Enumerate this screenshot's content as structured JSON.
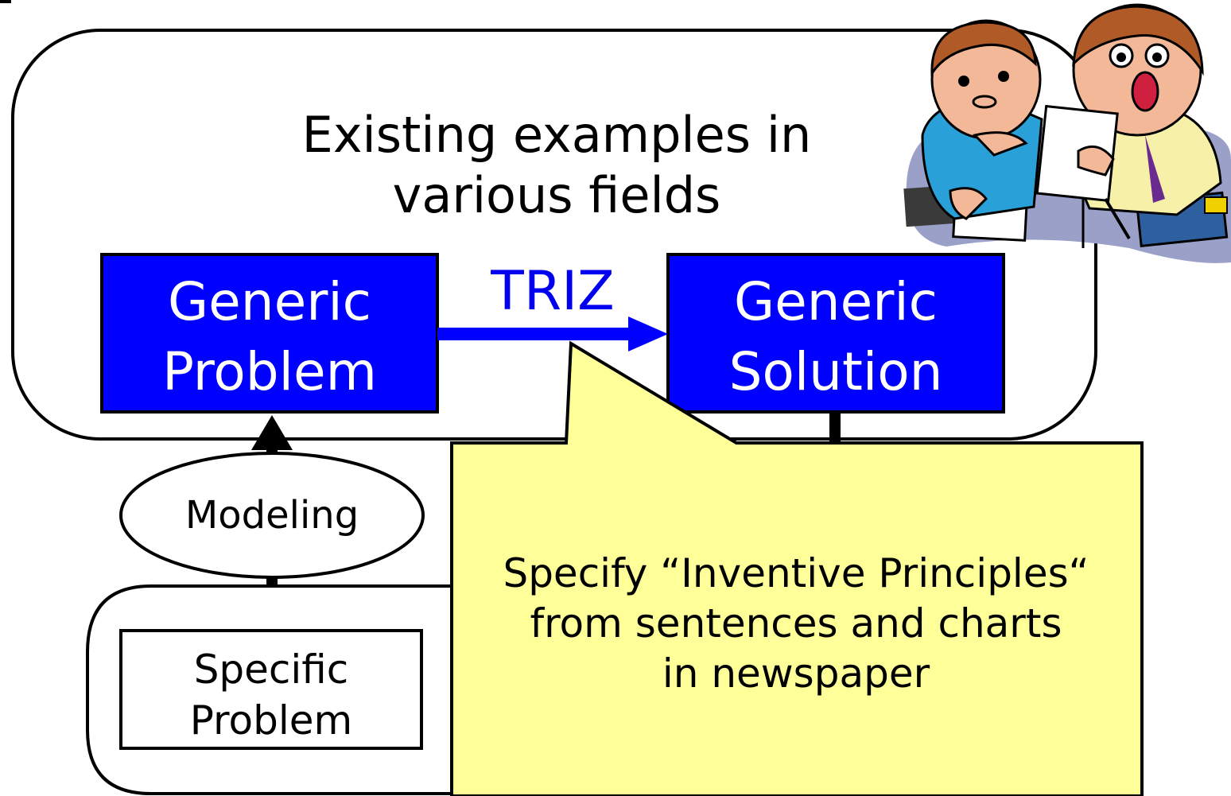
{
  "cluster_label": "Existing examples in\nvarious fields",
  "generic_problem": "Generic\nProblem",
  "generic_solution": "Generic\nSolution",
  "arrow_label": "TRIZ",
  "modeling": "Modeling",
  "specific_problem": "Specific\nProblem",
  "callout": "Specify “Inventive Principles“\nfrom sentences and charts\nin newspaper",
  "colors": {
    "box_fill": "#0000ff",
    "arrow": "#0000ff",
    "callout_fill": "#ffff99",
    "line": "#000000"
  },
  "illustration": "two-people-reading-document-clipart"
}
